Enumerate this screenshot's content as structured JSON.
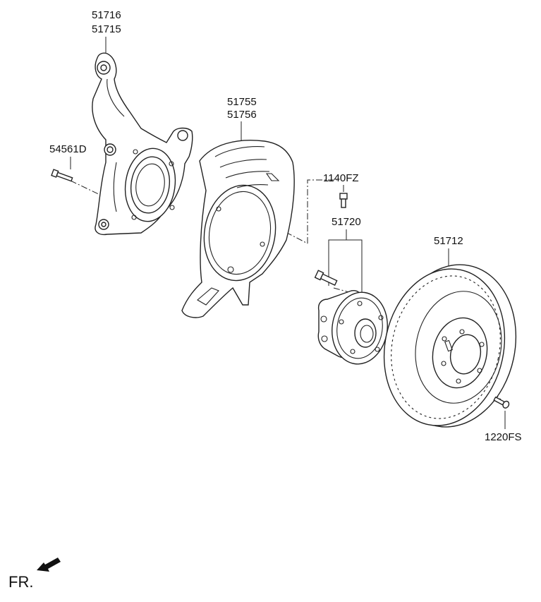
{
  "parts": {
    "knuckle": [
      "51716",
      "51715"
    ],
    "knuckle_bolt": "54561D",
    "dust_cover": [
      "51755",
      "51756"
    ],
    "hub_bolt": "1140FZ",
    "hub_assembly": "51720",
    "brake_disc": "51712",
    "disc_screw": "1220FS"
  },
  "direction_label": "FR."
}
